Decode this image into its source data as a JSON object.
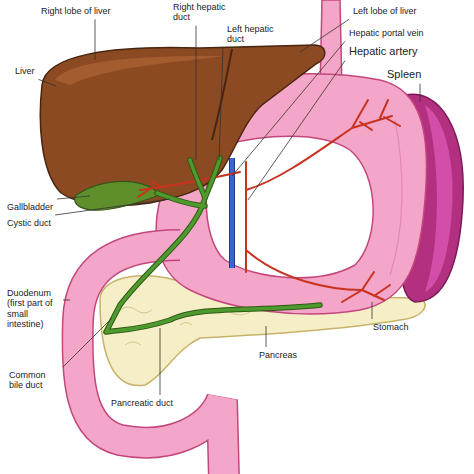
{
  "diagram": {
    "labels": [
      "Right lobe of liver",
      "Liver",
      "Right hepatic duct",
      "Left hepatic duct",
      "Left lobe of liver",
      "Hepatic portal vein",
      "Hepatic artery",
      "Spleen",
      "Gallbladder",
      "Cystic duct",
      "Duodenum (first part of small intestine)",
      "Common bile duct",
      "Pancreatic duct",
      "Pancreas",
      "Stomach"
    ]
  }
}
